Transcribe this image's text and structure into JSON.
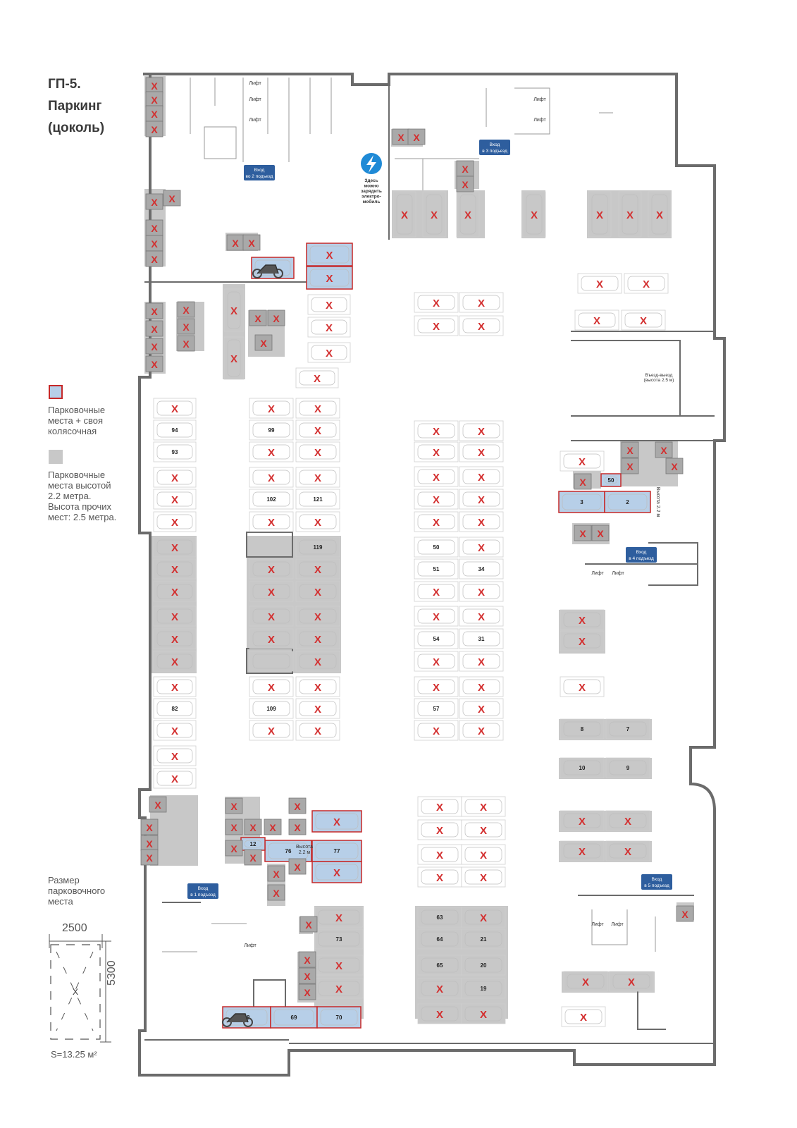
{
  "title": {
    "line1": "ГП-5.",
    "line2": "Паркинг",
    "line3": "(цоколь)"
  },
  "legend": {
    "own_stroller": {
      "line1": "Парковочные",
      "line2": "места + своя",
      "line3": "колясочная",
      "color": "#c62828"
    },
    "low_height": {
      "line1": "Парковочные",
      "line2": "места высотой",
      "line3": "2.2 метра.",
      "line4": "Высота прочих",
      "line5": "мест: 2.5 метра.",
      "color": "#c8c8c8"
    }
  },
  "size_box": {
    "caption1": "Размер",
    "caption2": "парковочного",
    "caption3": "места",
    "width_label": "2500",
    "height_label": "5300",
    "area_label": "S=13.25 м²"
  },
  "plan_labels": {
    "lift": "Лифт",
    "entrance1": [
      "Вход",
      "в 1 подъезд"
    ],
    "entrance2": [
      "Вход",
      "во 2 подъезд"
    ],
    "entrance3": [
      "Вход",
      "в 3 подъезд"
    ],
    "entrance4": [
      "Вход",
      "в 4 подъезд"
    ],
    "entrance5": [
      "Вход",
      "в 5 подъезд"
    ],
    "charge": [
      "Здесь",
      "можно",
      "зарядить",
      "электро-",
      "мобиль"
    ],
    "ramp": [
      "Въезд-выезд",
      "(высота 2.5 м)"
    ],
    "height_note_a": [
      "Высота",
      "2.2 м"
    ],
    "height_note_b": [
      "Высота",
      "2.2 м"
    ]
  },
  "colors": {
    "wall": "#6b6b6b",
    "sold_mark": "#d32f2f",
    "gray_zone": "#c8c8c8",
    "blue_spot": "#b7cfe8",
    "entrance_badge": "#2e5e9e",
    "charge_icon": "#1f8ad6"
  },
  "spot_numbers": {
    "col_a": [
      "94",
      "93",
      "82"
    ],
    "col_b": [
      "99",
      "102",
      "109"
    ],
    "col_c": [
      "121",
      "119"
    ],
    "col_d": [
      "50",
      "51",
      "54",
      "57",
      "63",
      "64",
      "65"
    ],
    "col_e": [
      "34",
      "31",
      "21",
      "20",
      "19"
    ],
    "right_block": [
      "3",
      "2",
      "50",
      "8",
      "7",
      "10",
      "9"
    ],
    "bottom_group": [
      "76",
      "77",
      "12",
      "73",
      "68",
      "69",
      "70"
    ]
  },
  "sold_mark_label": "X"
}
